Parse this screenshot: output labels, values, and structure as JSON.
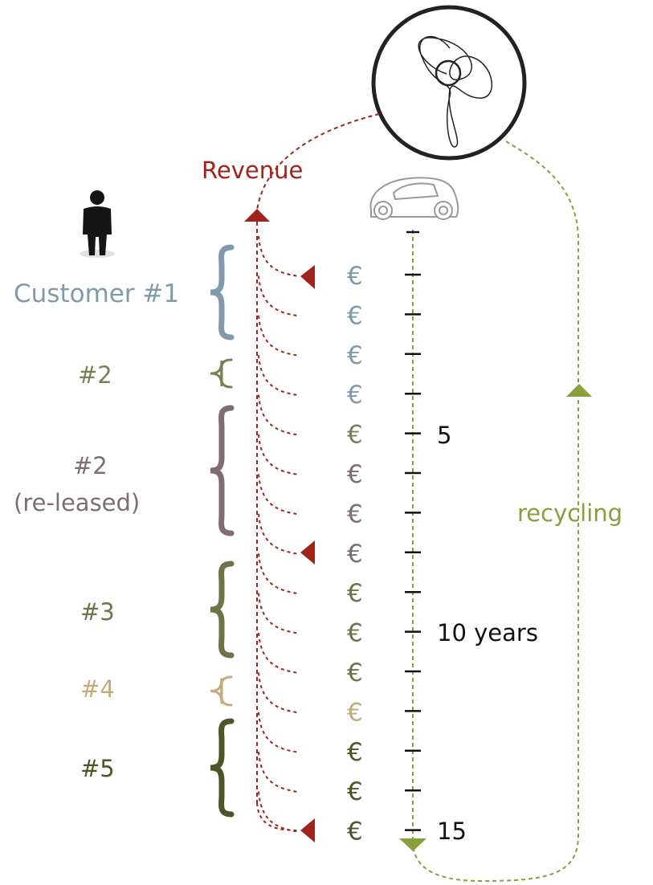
{
  "labels": {
    "revenue": "Revenue",
    "recycling": "recycling",
    "tick_5": "5",
    "tick_10": "10 years",
    "tick_15": "15"
  },
  "customers": [
    {
      "label": "Customer #1",
      "color": "#7f9aaa"
    },
    {
      "label": "#2",
      "color": "#7a7f55"
    },
    {
      "label": "#2",
      "color": "#7f6c74"
    },
    {
      "label": "(re-leased)",
      "color": "#7f6c74"
    },
    {
      "label": "#3",
      "color": "#707248"
    },
    {
      "label": "#4",
      "color": "#c6aa7a"
    },
    {
      "label": "#5",
      "color": "#4c5626"
    }
  ],
  "euro_symbol": "€",
  "euro_colors": [
    "#7f9aaa",
    "#7f9aaa",
    "#7f9aaa",
    "#7f9aaa",
    "#7a7f55",
    "#7f6c74",
    "#7f6c74",
    "#7f6c74",
    "#707248",
    "#707248",
    "#707248",
    "#c6aa7a",
    "#4c5626",
    "#4c5626",
    "#4c5626"
  ],
  "colors": {
    "revenue": "#a0231c",
    "recycling": "#86a03c",
    "timeline": "#86a03c",
    "ticks": "#111111",
    "circle": "#222222",
    "person": "#151515",
    "car": "#999999"
  },
  "icons": {
    "person": "person-icon",
    "car": "car-icon",
    "factory_circle": "recycling-circle-icon"
  }
}
